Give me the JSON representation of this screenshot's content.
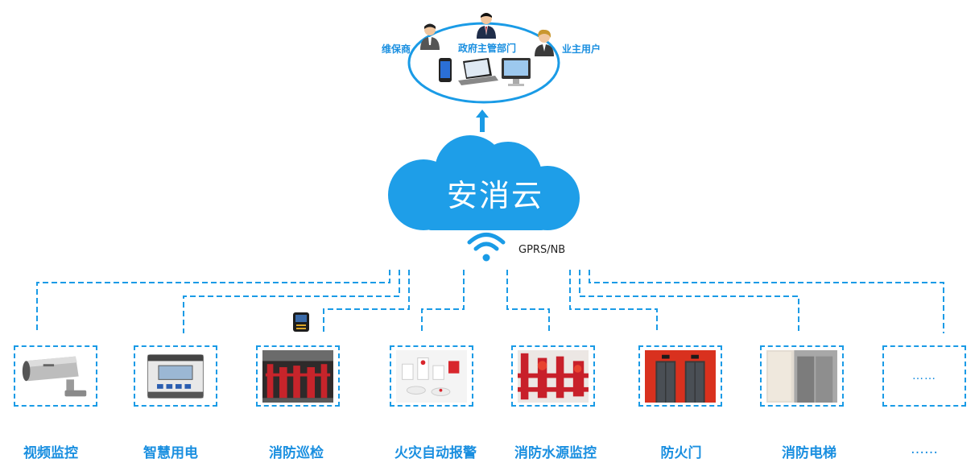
{
  "cloud": {
    "label": "安消云"
  },
  "network": {
    "label": "GPRS/NB"
  },
  "top_group": {
    "users": [
      {
        "label": "维保商"
      },
      {
        "label": "政府主管部门"
      },
      {
        "label": "业主用户"
      }
    ]
  },
  "devices": [
    {
      "label": "视频监控"
    },
    {
      "label": "智慧用电"
    },
    {
      "label": "消防巡检"
    },
    {
      "label": "火灾自动报警"
    },
    {
      "label": "消防水源监控"
    },
    {
      "label": "防火门"
    },
    {
      "label": "消防电梯"
    },
    {
      "label": "……",
      "box_text": "……"
    }
  ],
  "colors": {
    "accent": "#1a9be6",
    "cloud": "#1e9ee8",
    "label": "#1a8fe0"
  }
}
